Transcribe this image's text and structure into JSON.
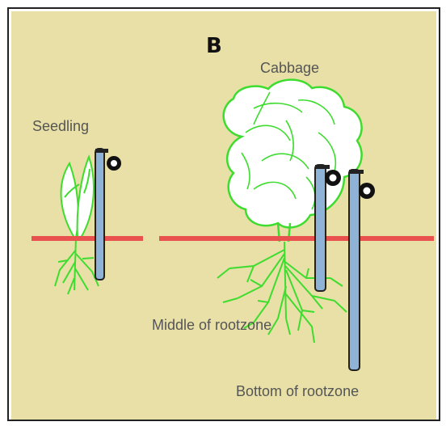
{
  "panel": {
    "letter": "B",
    "background": "#e8e0a6"
  },
  "labels": {
    "seedling": "Seedling",
    "cabbage": "Cabbage",
    "middle": "Middle of rootzone",
    "bottom": "Bottom of rootzone"
  },
  "colors": {
    "soil_line": "#e8514d",
    "plant": "#3fdc30",
    "probe": "#8fb3d6",
    "probe_outline": "#222222"
  },
  "icons": {
    "probe_gauge": "gauge-dial-icon"
  }
}
